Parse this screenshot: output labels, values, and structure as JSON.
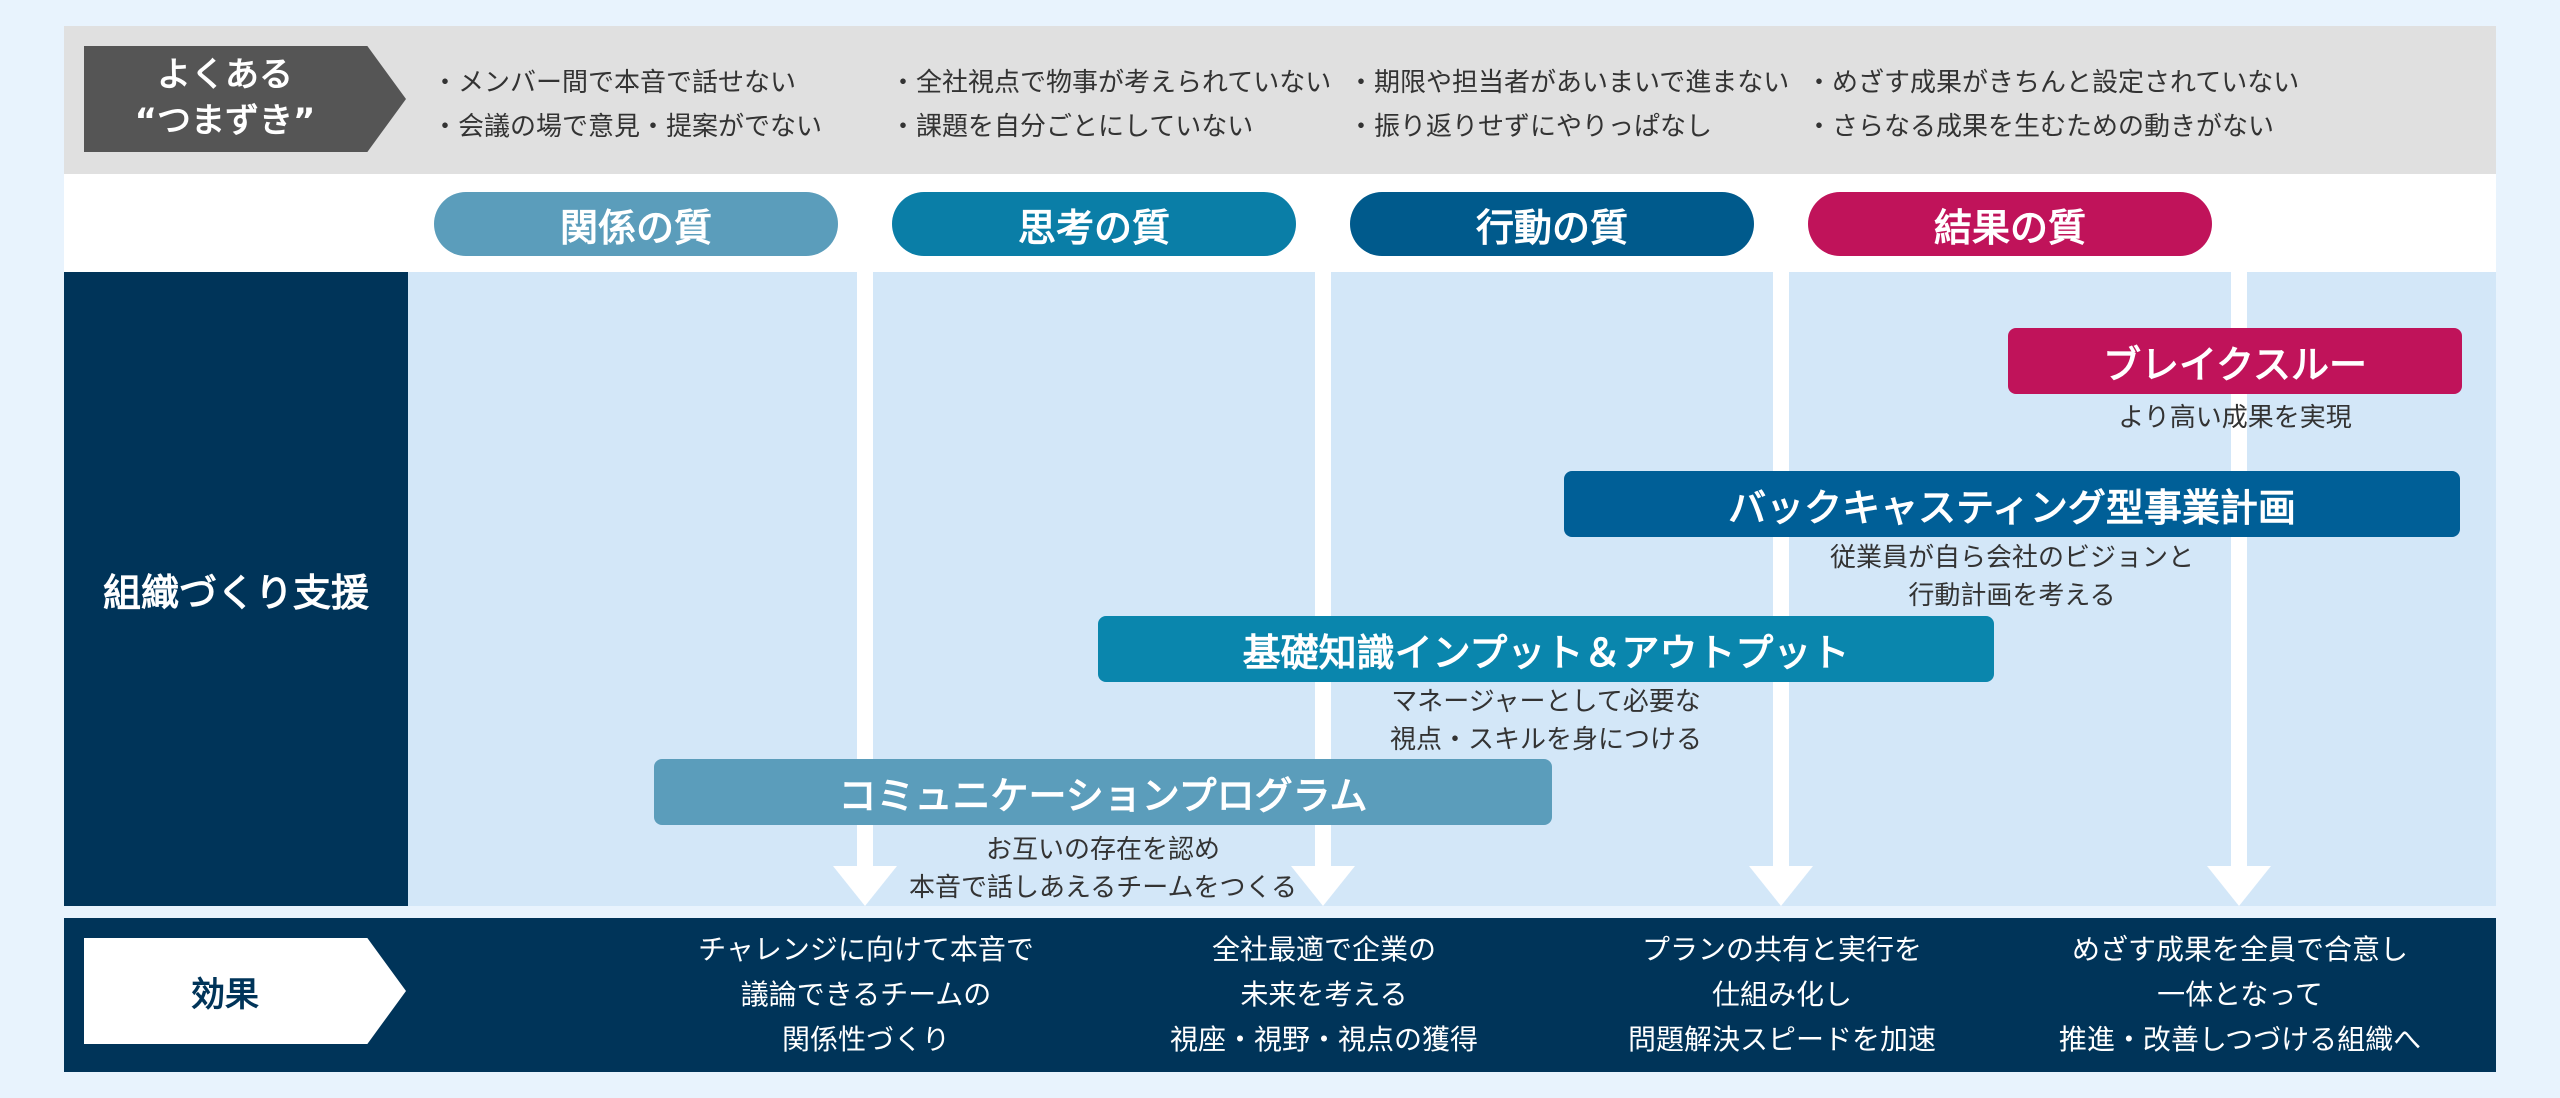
{
  "problems": {
    "tag": [
      "よくある",
      "“つまずき”"
    ],
    "columns": [
      [
        "・メンバー間で本音で話せない",
        "・会議の場で意見・提案がでない"
      ],
      [
        "・全社視点で物事が考えられていない",
        "・課題を自分ごとにしていない"
      ],
      [
        "・期限や担当者があいまいで進まない",
        "・振り返りせずにやりっぱなし"
      ],
      [
        "・めざす成果がきちんと設定されていない",
        "・さらなる成果を生むための動きがない"
      ]
    ]
  },
  "qualities": [
    {
      "label": "関係の質",
      "color": "#5b9dbb"
    },
    {
      "label": "思考の質",
      "color": "#0a7ea7"
    },
    {
      "label": "行動の質",
      "color": "#005a8c"
    },
    {
      "label": "結果の質",
      "color": "#c0135a"
    }
  ],
  "support": {
    "label": "組織づくり支援",
    "programs": [
      {
        "label": "ブレイクスルー",
        "caption": [
          "より高い成果を実現"
        ],
        "color": "#c0135a"
      },
      {
        "label": "バックキャスティング型事業計画",
        "caption": [
          "従業員が自ら会社のビジョンと",
          "行動計画を考える"
        ],
        "color": "#005f97"
      },
      {
        "label": "基礎知識インプット＆アウトプット",
        "caption": [
          "マネージャーとして必要な",
          "視点・スキルを身につける"
        ],
        "color": "#0a86ad"
      },
      {
        "label": "コミュニケーションプログラム",
        "caption": [
          "お互いの存在を認め",
          "本音で話しあえるチームをつくる"
        ],
        "color": "#5b9dbb"
      }
    ]
  },
  "effects": {
    "label": "効果",
    "items": [
      [
        "チャレンジに向けて本音で",
        "議論できるチームの",
        "関係性づくり"
      ],
      [
        "全社最適で企業の",
        "未来を考える",
        "視座・視野・視点の獲得"
      ],
      [
        "プランの共有と実行を",
        "仕組み化し",
        "問題解決スピードを加速"
      ],
      [
        "めざす成果を全員で合意し",
        "一体となって",
        "推進・改善しつづける組織へ"
      ]
    ]
  }
}
